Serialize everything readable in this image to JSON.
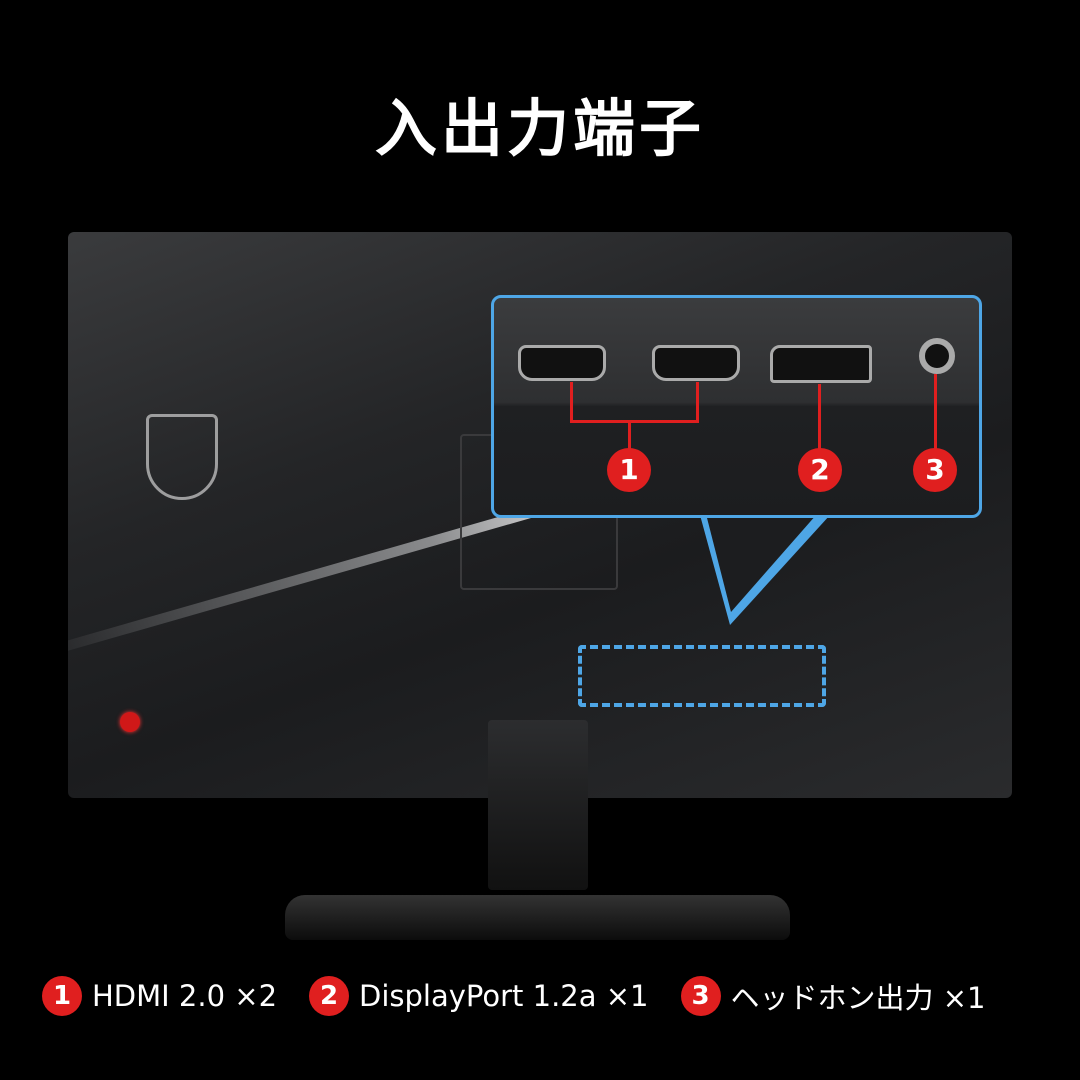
{
  "title": "入出力端子",
  "accent_color": "#e01f1f",
  "highlight_color": "#4ea6e6",
  "callout": {
    "markers": [
      "1",
      "2",
      "3"
    ]
  },
  "legend": [
    {
      "num": "1",
      "label": "HDMI 2.0 ×2"
    },
    {
      "num": "2",
      "label": "DisplayPort 1.2a ×1"
    },
    {
      "num": "3",
      "label": "ヘッドホン出力 ×1"
    }
  ]
}
